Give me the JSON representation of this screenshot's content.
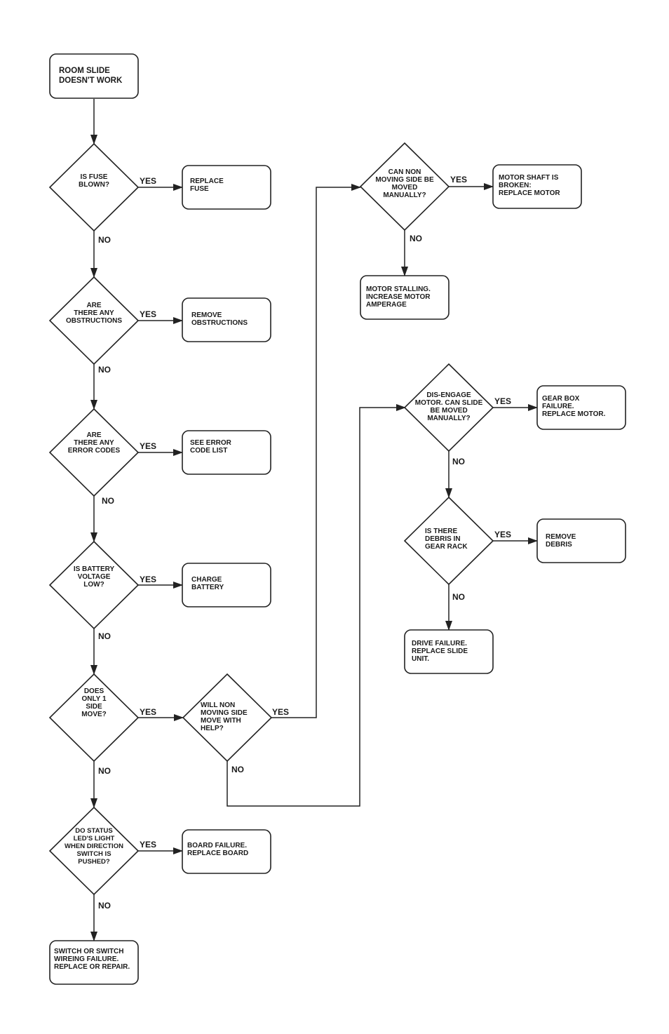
{
  "start": {
    "lines": [
      "ROOM SLIDE",
      "DOESN'T WORK"
    ]
  },
  "decisions": {
    "fuse": {
      "lines": [
        "IS FUSE",
        "BLOWN?"
      ]
    },
    "obstructions": {
      "lines": [
        "ARE",
        "THERE ANY",
        "OBSTRUCTIONS"
      ]
    },
    "error_codes": {
      "lines": [
        "ARE",
        "THERE ANY",
        "ERROR CODES"
      ]
    },
    "battery": {
      "lines": [
        "IS BATTERY",
        "VOLTAGE",
        "LOW?"
      ]
    },
    "one_side": {
      "lines": [
        "DOES",
        "ONLY 1",
        "SIDE",
        "MOVE?"
      ]
    },
    "status_leds": {
      "lines": [
        "DO STATUS",
        "LED'S LIGHT",
        "WHEN DIRECTION",
        "SWITCH IS",
        "PUSHED?"
      ]
    },
    "will_move_help": {
      "lines": [
        "WILL NON",
        "MOVING SIDE",
        "MOVE WITH",
        "HELP?"
      ]
    },
    "moved_manually": {
      "lines": [
        "CAN NON",
        "MOVING SIDE BE",
        "MOVED",
        "MANUALLY?"
      ]
    },
    "disengage": {
      "lines": [
        "DIS-ENGAGE",
        "MOTOR. CAN SLIDE",
        "BE MOVED",
        "MANUALLY?"
      ]
    },
    "debris": {
      "lines": [
        "IS THERE",
        "DEBRIS IN",
        "GEAR RACK"
      ]
    }
  },
  "actions": {
    "replace_fuse": {
      "lines": [
        "REPLACE",
        "FUSE"
      ]
    },
    "remove_obstructions": {
      "lines": [
        "REMOVE",
        "OBSTRUCTIONS"
      ]
    },
    "error_list": {
      "lines": [
        "SEE ERROR",
        "CODE LIST"
      ]
    },
    "charge_battery": {
      "lines": [
        "CHARGE",
        "BATTERY"
      ]
    },
    "board_failure": {
      "lines": [
        "BOARD FAILURE.",
        "REPLACE BOARD"
      ]
    },
    "switch_failure": {
      "lines": [
        "SWITCH OR SWITCH",
        "WIREING FAILURE.",
        "REPLACE OR REPAIR."
      ]
    },
    "shaft_broken": {
      "lines": [
        "MOTOR SHAFT IS",
        "BROKEN:",
        "REPLACE MOTOR"
      ]
    },
    "motor_stalling": {
      "lines": [
        "MOTOR STALLING.",
        "INCREASE MOTOR",
        "AMPERAGE"
      ]
    },
    "gear_box": {
      "lines": [
        "GEAR BOX",
        "FAILURE.",
        "REPLACE MOTOR."
      ]
    },
    "remove_debris": {
      "lines": [
        "REMOVE",
        "DEBRIS"
      ]
    },
    "drive_failure": {
      "lines": [
        "DRIVE FAILURE.",
        "REPLACE SLIDE",
        "UNIT."
      ]
    }
  },
  "edge_labels": {
    "yes": "YES",
    "no": "NO"
  }
}
